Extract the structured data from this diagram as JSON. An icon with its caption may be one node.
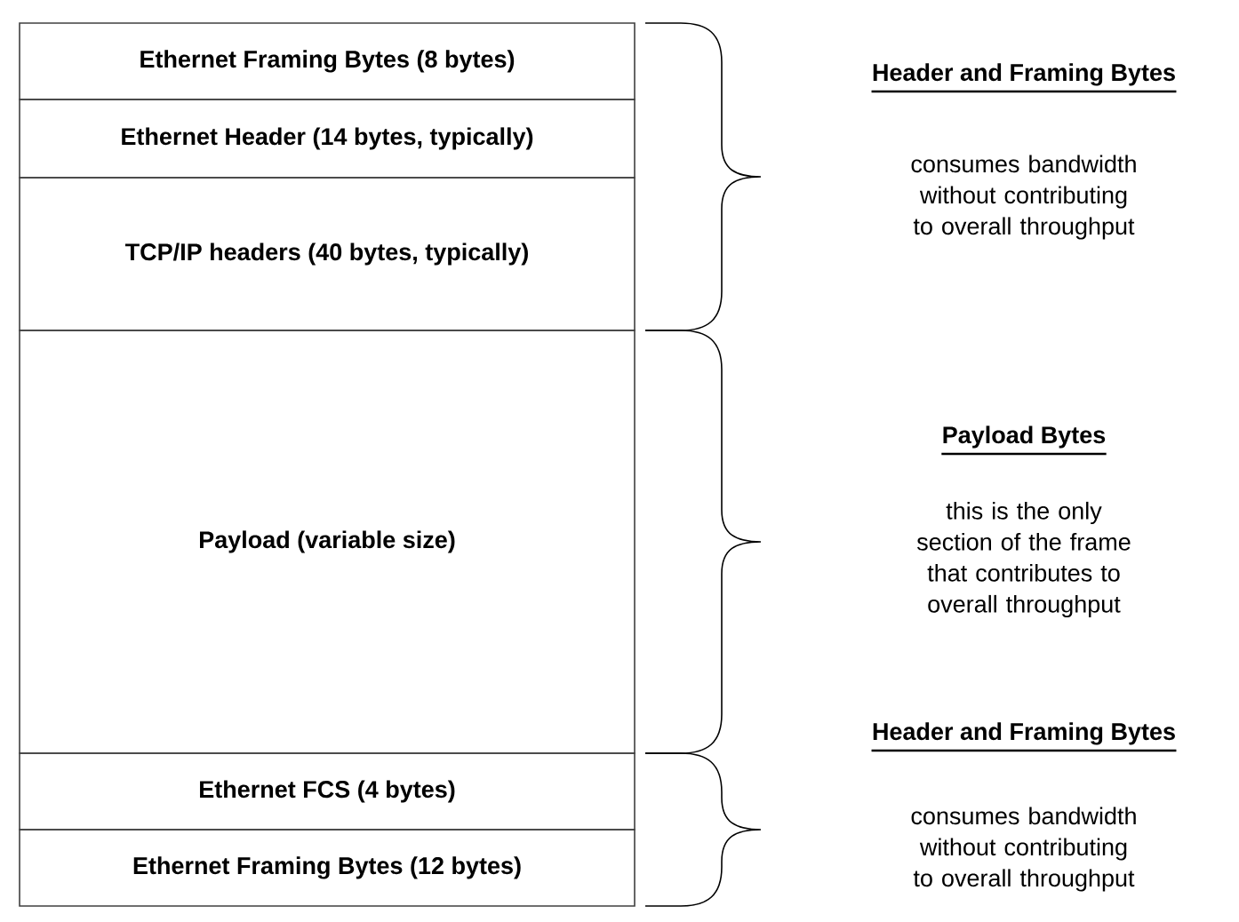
{
  "diagram": {
    "nodes": [
      {
        "text": [
          "Ethernet Framing Bytes (8 bytes)"
        ]
      },
      {
        "text": [
          "Ethernet Header (14 bytes, typically)"
        ]
      },
      {
        "text": [
          "TCP/IP headers (40 bytes, typically)"
        ]
      },
      {
        "text": [
          "Payload (variable size)"
        ]
      },
      {
        "text": [
          "Ethernet FCS (4 bytes)"
        ]
      },
      {
        "text": [
          "Ethernet Framing Bytes (12 bytes)"
        ]
      }
    ],
    "labels": [
      "Header and Framing Bytes",
      "consumes bandwidth without contributing to overall throughput",
      "Payload Bytes",
      "this is the only section of the frame that contributes to overall throughput",
      "Header and Framing Bytes",
      "consumes bandwidth without contributing to overall throughput"
    ]
  }
}
